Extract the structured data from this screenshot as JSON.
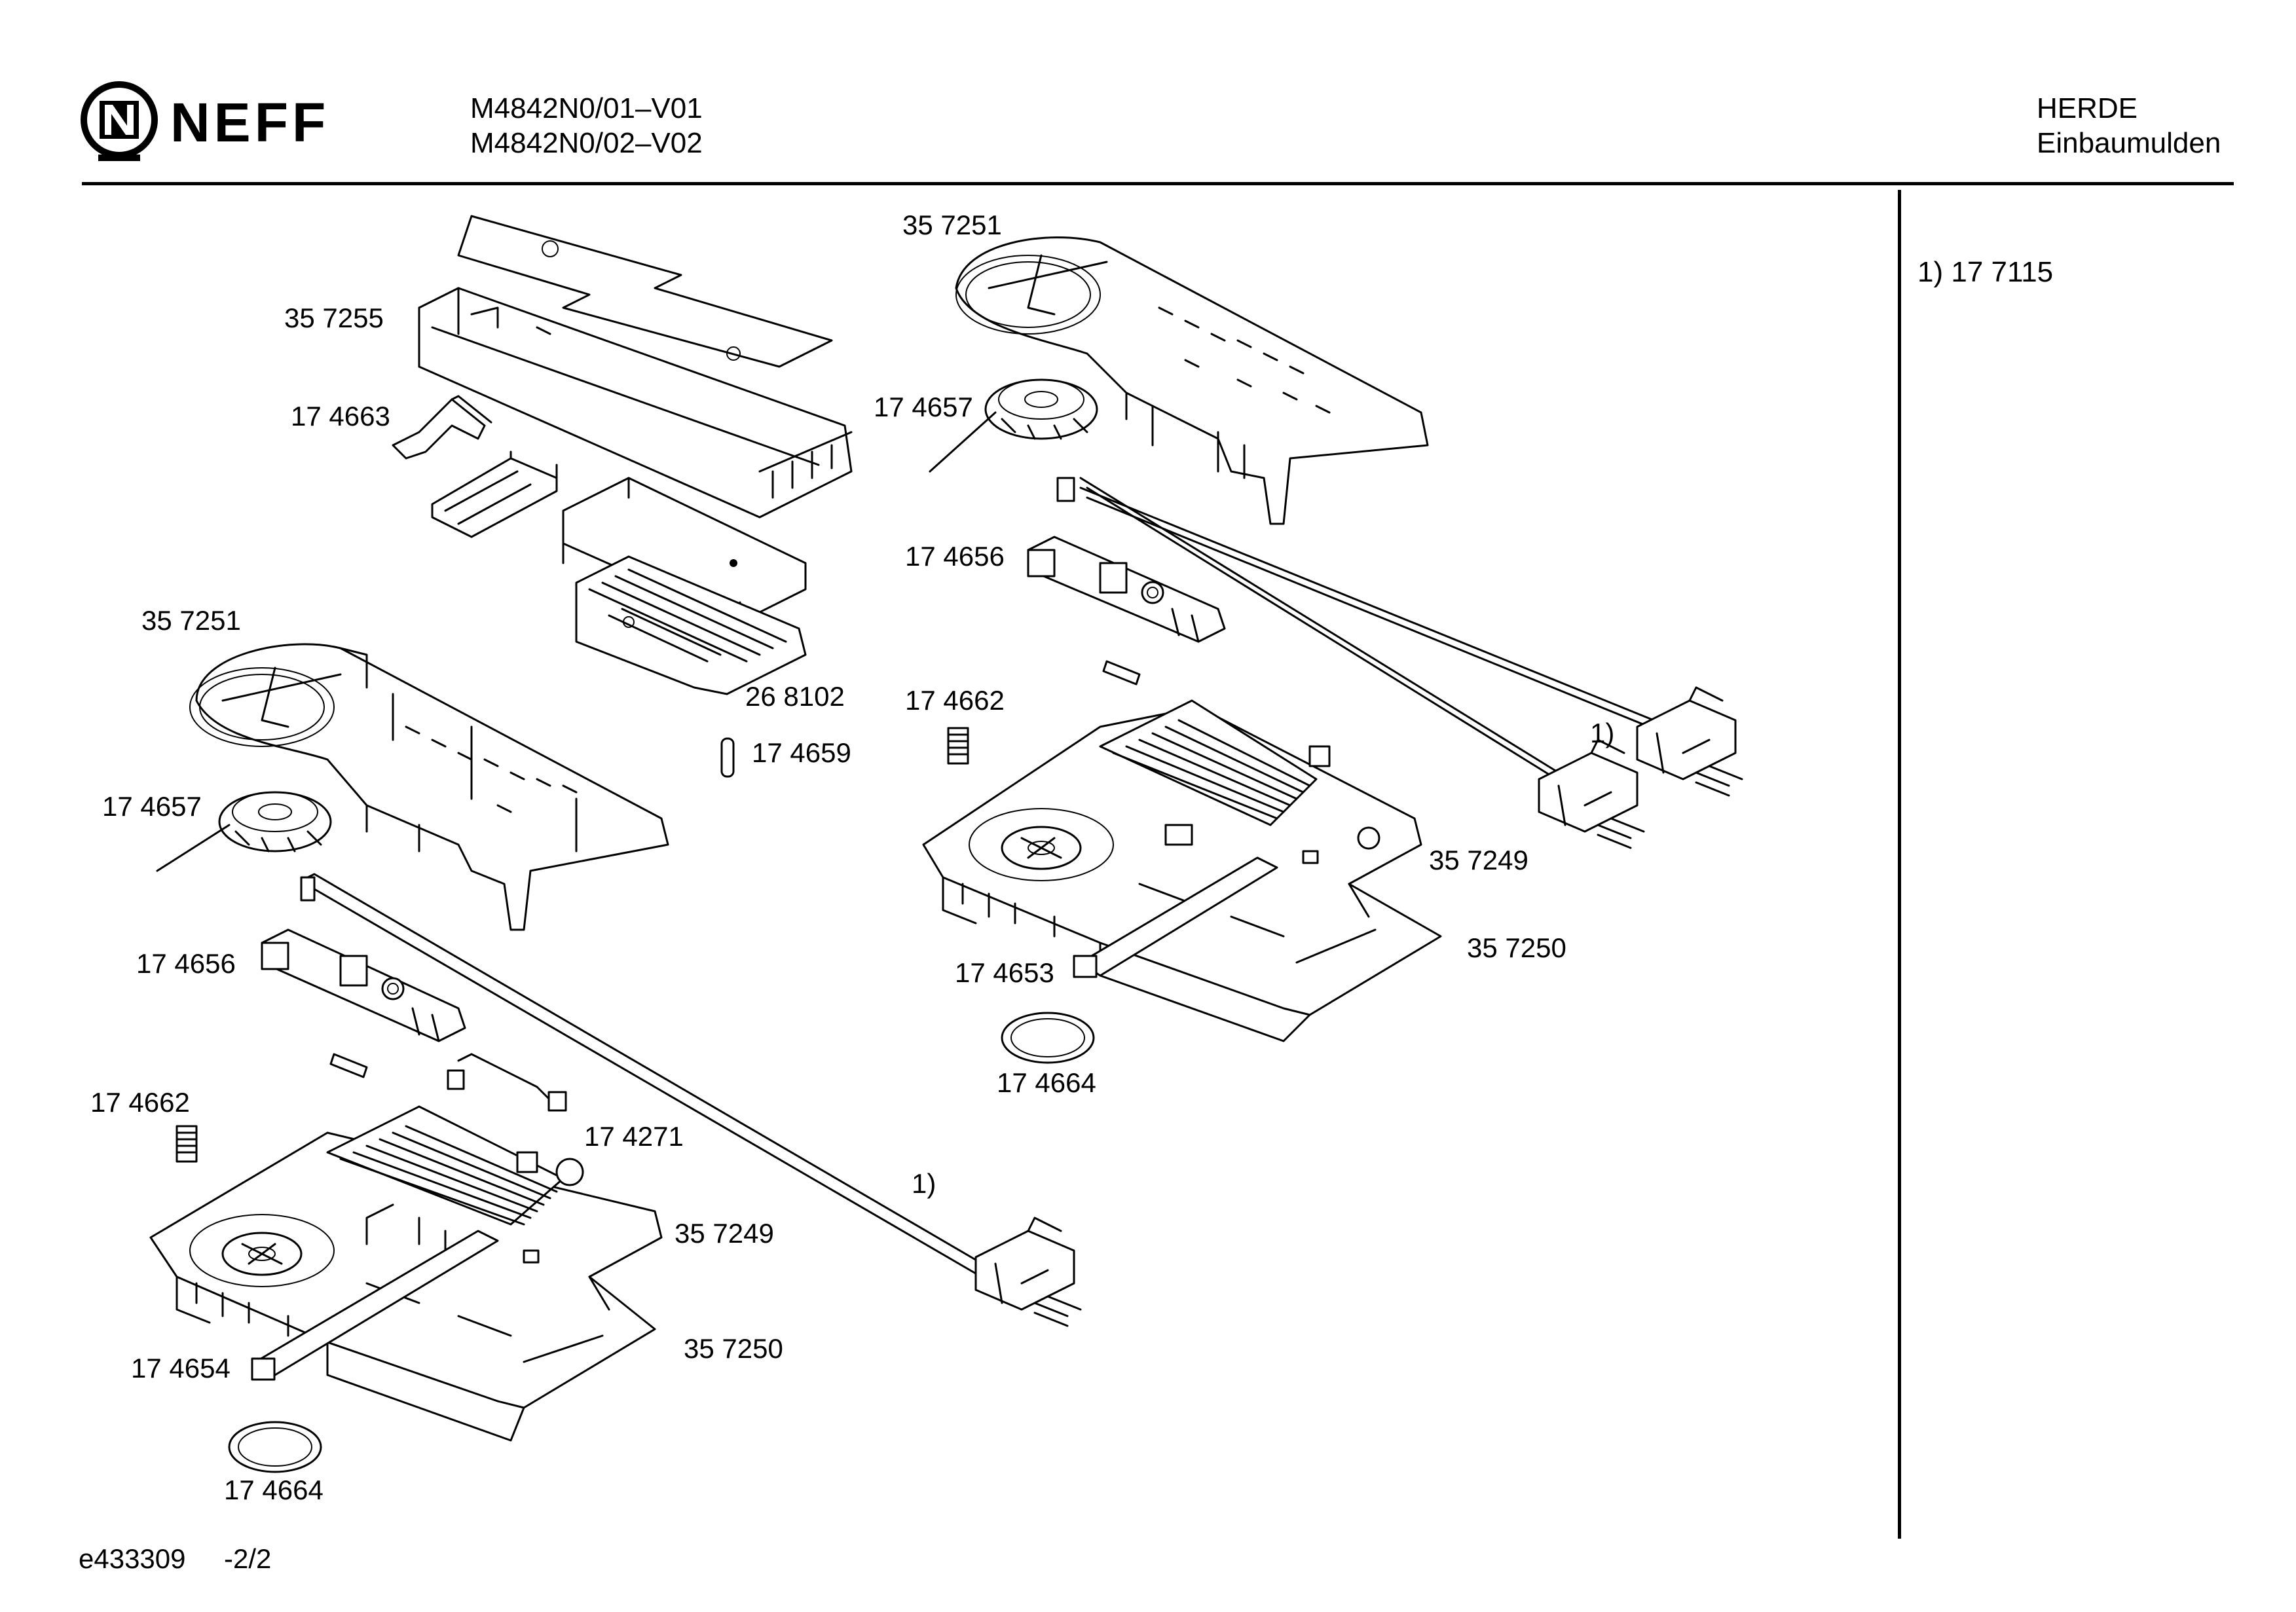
{
  "brand": {
    "logo_text": "NEFF"
  },
  "header": {
    "model_line_1": "M4842N0/01–V01",
    "model_line_2": "M4842N0/02–V02",
    "category_line_1": "HERDE",
    "category_line_2": "Einbaumulden"
  },
  "side_note": {
    "text": "1) 17 7115"
  },
  "footer": {
    "doc_id": "e433309",
    "page": "-2/2"
  },
  "parts": {
    "p1": "35 7255",
    "p2": "17 4663",
    "p3": "35 7251",
    "p4": "17 4657",
    "p5": "17 4656",
    "p6": "26 8102",
    "p7": "17 4659",
    "p8": "17 4662",
    "p9": "17 4271",
    "p10": "35 7249",
    "p11": "17 4654",
    "p12": "35 7250",
    "p13": "17 4664",
    "p14": "35 7251",
    "p15": "17 4657",
    "p16": "17 4656",
    "p17": "17 4662",
    "p18": "35 7249",
    "p19": "35 7250",
    "p20": "17 4653",
    "p21": "17 4664",
    "p22": "1)",
    "p23": "1)"
  }
}
